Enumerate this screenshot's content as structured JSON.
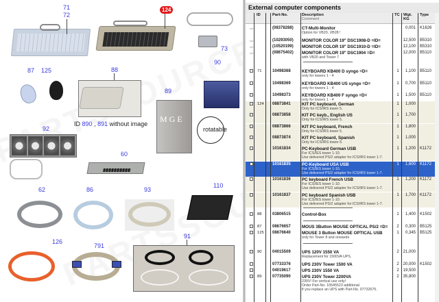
{
  "catalog": {
    "callouts": {
      "c71": "71",
      "c72": "72",
      "c124": "124",
      "c73": "73",
      "c87": "87",
      "c125": "125",
      "c88": "88",
      "c90": "90",
      "c89": "89",
      "c92": "92",
      "c60": "60",
      "c62": "62",
      "c86": "86",
      "c93": "93",
      "c110": "110",
      "c126": "126",
      "c791": "791",
      "c91": "91"
    },
    "id_note": {
      "prefix": "ID",
      "id1": "890",
      "sep": ",",
      "id2": "891",
      "suffix": "without image"
    },
    "rotatable_label": "rotatable",
    "tower_brand": "MGE",
    "watermark": "PARTSSOURCE"
  },
  "parts_list": {
    "title": "External computer components",
    "columns": {
      "id": "ID",
      "part_no": "Part-No.",
      "description": "Description",
      "comment": "Comment",
      "tc": "TC",
      "wgt": "Wgt.",
      "wgt_unit": "KG",
      "type": "Type"
    },
    "rows": [
      {
        "mark": "arrow",
        "id": "",
        "part_no": "(08378288)",
        "description": "CT-Multi-Monitor",
        "comment": [
          "Option for VB20, VB28 !"
        ],
        "tc": "",
        "wgt": "0,001",
        "type": "K1626"
      },
      {
        "mark": "arrow",
        "id": "",
        "part_no": "(10293050)",
        "description": "MONITOR COLOR 19\" DSC1908-D =ID=",
        "comment": [],
        "tc": "",
        "wgt": "12,500",
        "type": "B5310"
      },
      {
        "mark": "arrow",
        "id": "",
        "part_no": "(10520199)",
        "description": "MONITOR COLOR 19\" DSC1910-D =ID=",
        "comment": [],
        "tc": "",
        "wgt": "12,100",
        "type": "B5310"
      },
      {
        "mark": "arrow",
        "id": "",
        "part_no": "(08675402)",
        "description": "MONITOR COLOR 19\" DSC1904 =D=",
        "comment": [
          "with VB20 and Tower 7"
        ],
        "tc": "",
        "wgt": "12,000",
        "type": "B5110"
      },
      {
        "mark": "checkbox",
        "id": "71",
        "part_no": "10498368",
        "description": "KEYBOARD KB400 D syngo =D=",
        "comment": [
          "only for towers 1 - 4"
        ],
        "tc": "1",
        "wgt": "1,100",
        "type": "B5110"
      },
      {
        "mark": "checkbox",
        "id": "",
        "part_no": "10498369",
        "description": "KEYBOARD KB400 US syngo =D=",
        "comment": [
          "only for towers 1 - 4"
        ],
        "tc": "1",
        "wgt": "0,700",
        "type": "B5110"
      },
      {
        "mark": "checkbox",
        "id": "",
        "part_no": "10498373",
        "description": "KEYBOARD KB400 F syngo =D=",
        "comment": [
          "only for towers 1 - 4"
        ],
        "tc": "1",
        "wgt": "1,500",
        "type": "B5110"
      },
      {
        "mark": "checkbox",
        "id": "124",
        "part_no": "08873841",
        "description": "KIT PC keyboard, German",
        "comment": [
          "Only for ICS/IRS tower 5."
        ],
        "tc": "1",
        "wgt": "1,000",
        "type": ""
      },
      {
        "mark": "checkbox",
        "id": "",
        "part_no": "08873858",
        "description": "KIT PC keyb., English US",
        "comment": [
          "Only for ICS/IRS tower 5."
        ],
        "tc": "1",
        "wgt": "1,700",
        "type": ""
      },
      {
        "mark": "checkbox",
        "id": "",
        "part_no": "08873866",
        "description": "KIT PC keyboard, French",
        "comment": [
          "Only for ICS/IRS tower 5."
        ],
        "tc": "1",
        "wgt": "1,800",
        "type": ""
      },
      {
        "mark": "checkbox",
        "id": "",
        "part_no": "08873874",
        "description": "KIT PC keyboard, Spanish",
        "comment": [
          "Only for ICS/IRS tower 5."
        ],
        "tc": "1",
        "wgt": "1,000",
        "type": ""
      },
      {
        "mark": "checkbox",
        "id": "",
        "part_no": "10161834",
        "description": "PC-Keyboard German USB",
        "comment": [
          "For ICS/IES tower 1-10.",
          "Use delivered PS/2 adapter for ICS/IRS tower 1-7."
        ],
        "tc": "1",
        "wgt": "1,200",
        "type": "K1172"
      },
      {
        "mark": "checkbox",
        "id": "",
        "part_no": "10161835",
        "description": "PC-Keyboard USA USB",
        "comment": [
          "For ICS/IES tower 1-10.",
          "Use delivered PS/2 adapter for ICS/IRS tower 1-7."
        ],
        "tc": "1",
        "wgt": "1,600",
        "type": "K1172",
        "selected": true
      },
      {
        "mark": "checkbox",
        "id": "",
        "part_no": "10161836",
        "description": "PC keyboard French USB",
        "comment": [
          "For ICS/IES tower 1-10.",
          "Use delivered PS/2 adapter for ICS/IRS tower 1-7."
        ],
        "tc": "1",
        "wgt": "1,200",
        "type": "K1172"
      },
      {
        "mark": "checkbox",
        "id": "",
        "part_no": "10161837",
        "description": "PC keyboard Spanish USB",
        "comment": [
          "For ICS/IES tower 1-10.",
          "Use delivered PS/2 adapter for ICS/IRS tower 1-7."
        ],
        "tc": "1",
        "wgt": "1,700",
        "type": "K1172"
      },
      {
        "mark": "checkbox",
        "id": "88",
        "part_no": "03806515",
        "description": "Control-Box",
        "comment": [],
        "tc": "1",
        "wgt": "1,400",
        "type": "K1502"
      },
      {
        "mark": "checkbox",
        "id": "87",
        "part_no": "08676657",
        "description": "MOUS 3Button MOUSE OPTICAL PS/2 =D=",
        "comment": [],
        "tc": "2",
        "wgt": "0,300",
        "type": "B5125"
      },
      {
        "mark": "checkbox",
        "id": "125",
        "part_no": "08676640",
        "description": "MOUSE 3 Button MOUSE OPTICAL USB",
        "comment": [
          "only for Tower 8 and onwards"
        ],
        "tc": "1",
        "wgt": "0,345",
        "type": "B5125"
      },
      {
        "mark": "checkbox",
        "id": "90",
        "part_no": "04015509",
        "description": "UPS 120V 1550 VA",
        "comment": [
          "Replacement for 1500VA UPS."
        ],
        "tc": "2",
        "wgt": "21,000",
        "type": ""
      },
      {
        "mark": "checkbox",
        "id": "",
        "part_no": "07733376",
        "description": "UPS 230V Tower 1500 VA",
        "comment": [],
        "tc": "2",
        "wgt": "20,000",
        "type": "K1502"
      },
      {
        "mark": "checkbox",
        "id": "",
        "part_no": "04019617",
        "description": "UPS 230V 1550 VA",
        "comment": [],
        "tc": "2",
        "wgt": "19,500",
        "type": ""
      },
      {
        "mark": "checkbox",
        "id": "89",
        "part_no": "07735090",
        "description": "UPS 230V Tower 2200VA",
        "comment": [
          "230V! For vertical use only!",
          "Order Part-No. 10545523 additional",
          "if you replace an UPS with Part-No. 07732675."
        ],
        "tc": "2",
        "wgt": "35,800",
        "type": ""
      }
    ]
  },
  "colors": {
    "callout": "#3a3ae0",
    "callout_highlight": "#e01818",
    "selected_row": "#2d62c9",
    "shaded_row": "#f1efe2"
  }
}
